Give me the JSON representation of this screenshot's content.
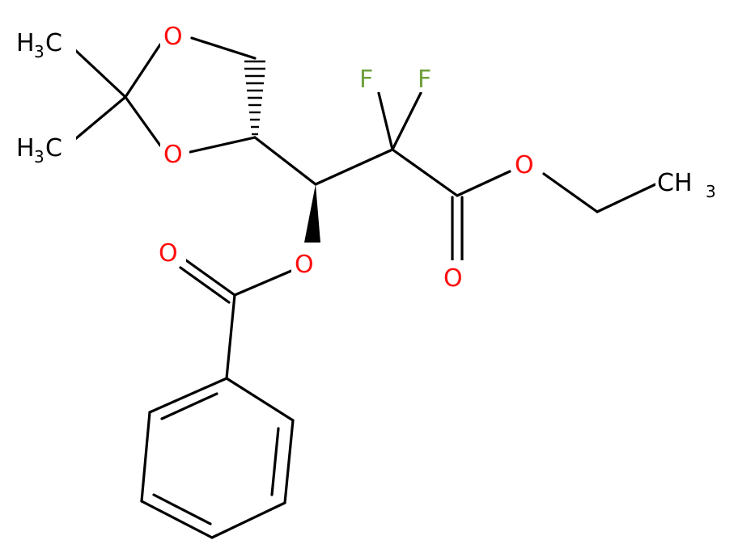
{
  "colors": {
    "oxygen": "#ff0d0d",
    "fluorine": "#6ea03c",
    "carbon": "#000000",
    "background": "#ffffff"
  },
  "labels": {
    "methyl_top_left": "H",
    "methyl_top_left_sub": "3",
    "methyl_top_left_c": "C",
    "methyl_mid_left": "H",
    "methyl_mid_left_sub": "3",
    "methyl_mid_left_c": "C",
    "ring_oxygen_top": "O",
    "ring_oxygen_bottom": "O",
    "fluorine_1": "F",
    "fluorine_2": "F",
    "ester_oxygen": "O",
    "ester_carbonyl_oxygen": "O",
    "ethyl_methyl": "CH",
    "ethyl_methyl_sub": "3",
    "benzoate_oxygen": "O",
    "benzoyl_carbonyl_oxygen": "O"
  }
}
